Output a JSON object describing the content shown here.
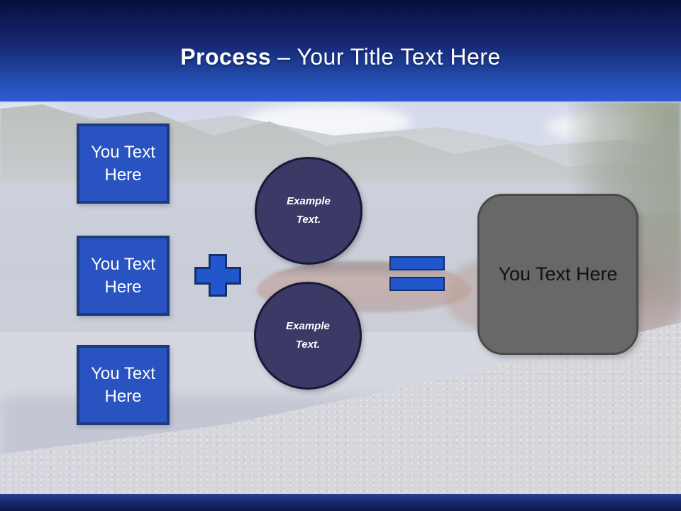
{
  "title": {
    "bold": "Process",
    "rest": "– Your Title Text Here"
  },
  "left_boxes": [
    {
      "label": "You Text Here"
    },
    {
      "label": "You Text Here"
    },
    {
      "label": "You Text Here"
    }
  ],
  "circles": [
    {
      "label": "Example Text."
    },
    {
      "label": "Example Text."
    }
  ],
  "result": {
    "label": "You Text Here"
  },
  "operators": {
    "plus": "plus",
    "equals": "equals"
  },
  "colors": {
    "header_top": "#090f3c",
    "header_bottom": "#2e5bd4",
    "square_fill": "#2853c0",
    "square_border": "#1d3a7d",
    "circle_fill": "#3b3966",
    "circle_border": "#191936",
    "operator_fill": "#2156cc",
    "operator_border": "#17306b",
    "result_fill": "#686868",
    "result_border": "#4a4a4a",
    "footer_navy": "#16246b"
  }
}
